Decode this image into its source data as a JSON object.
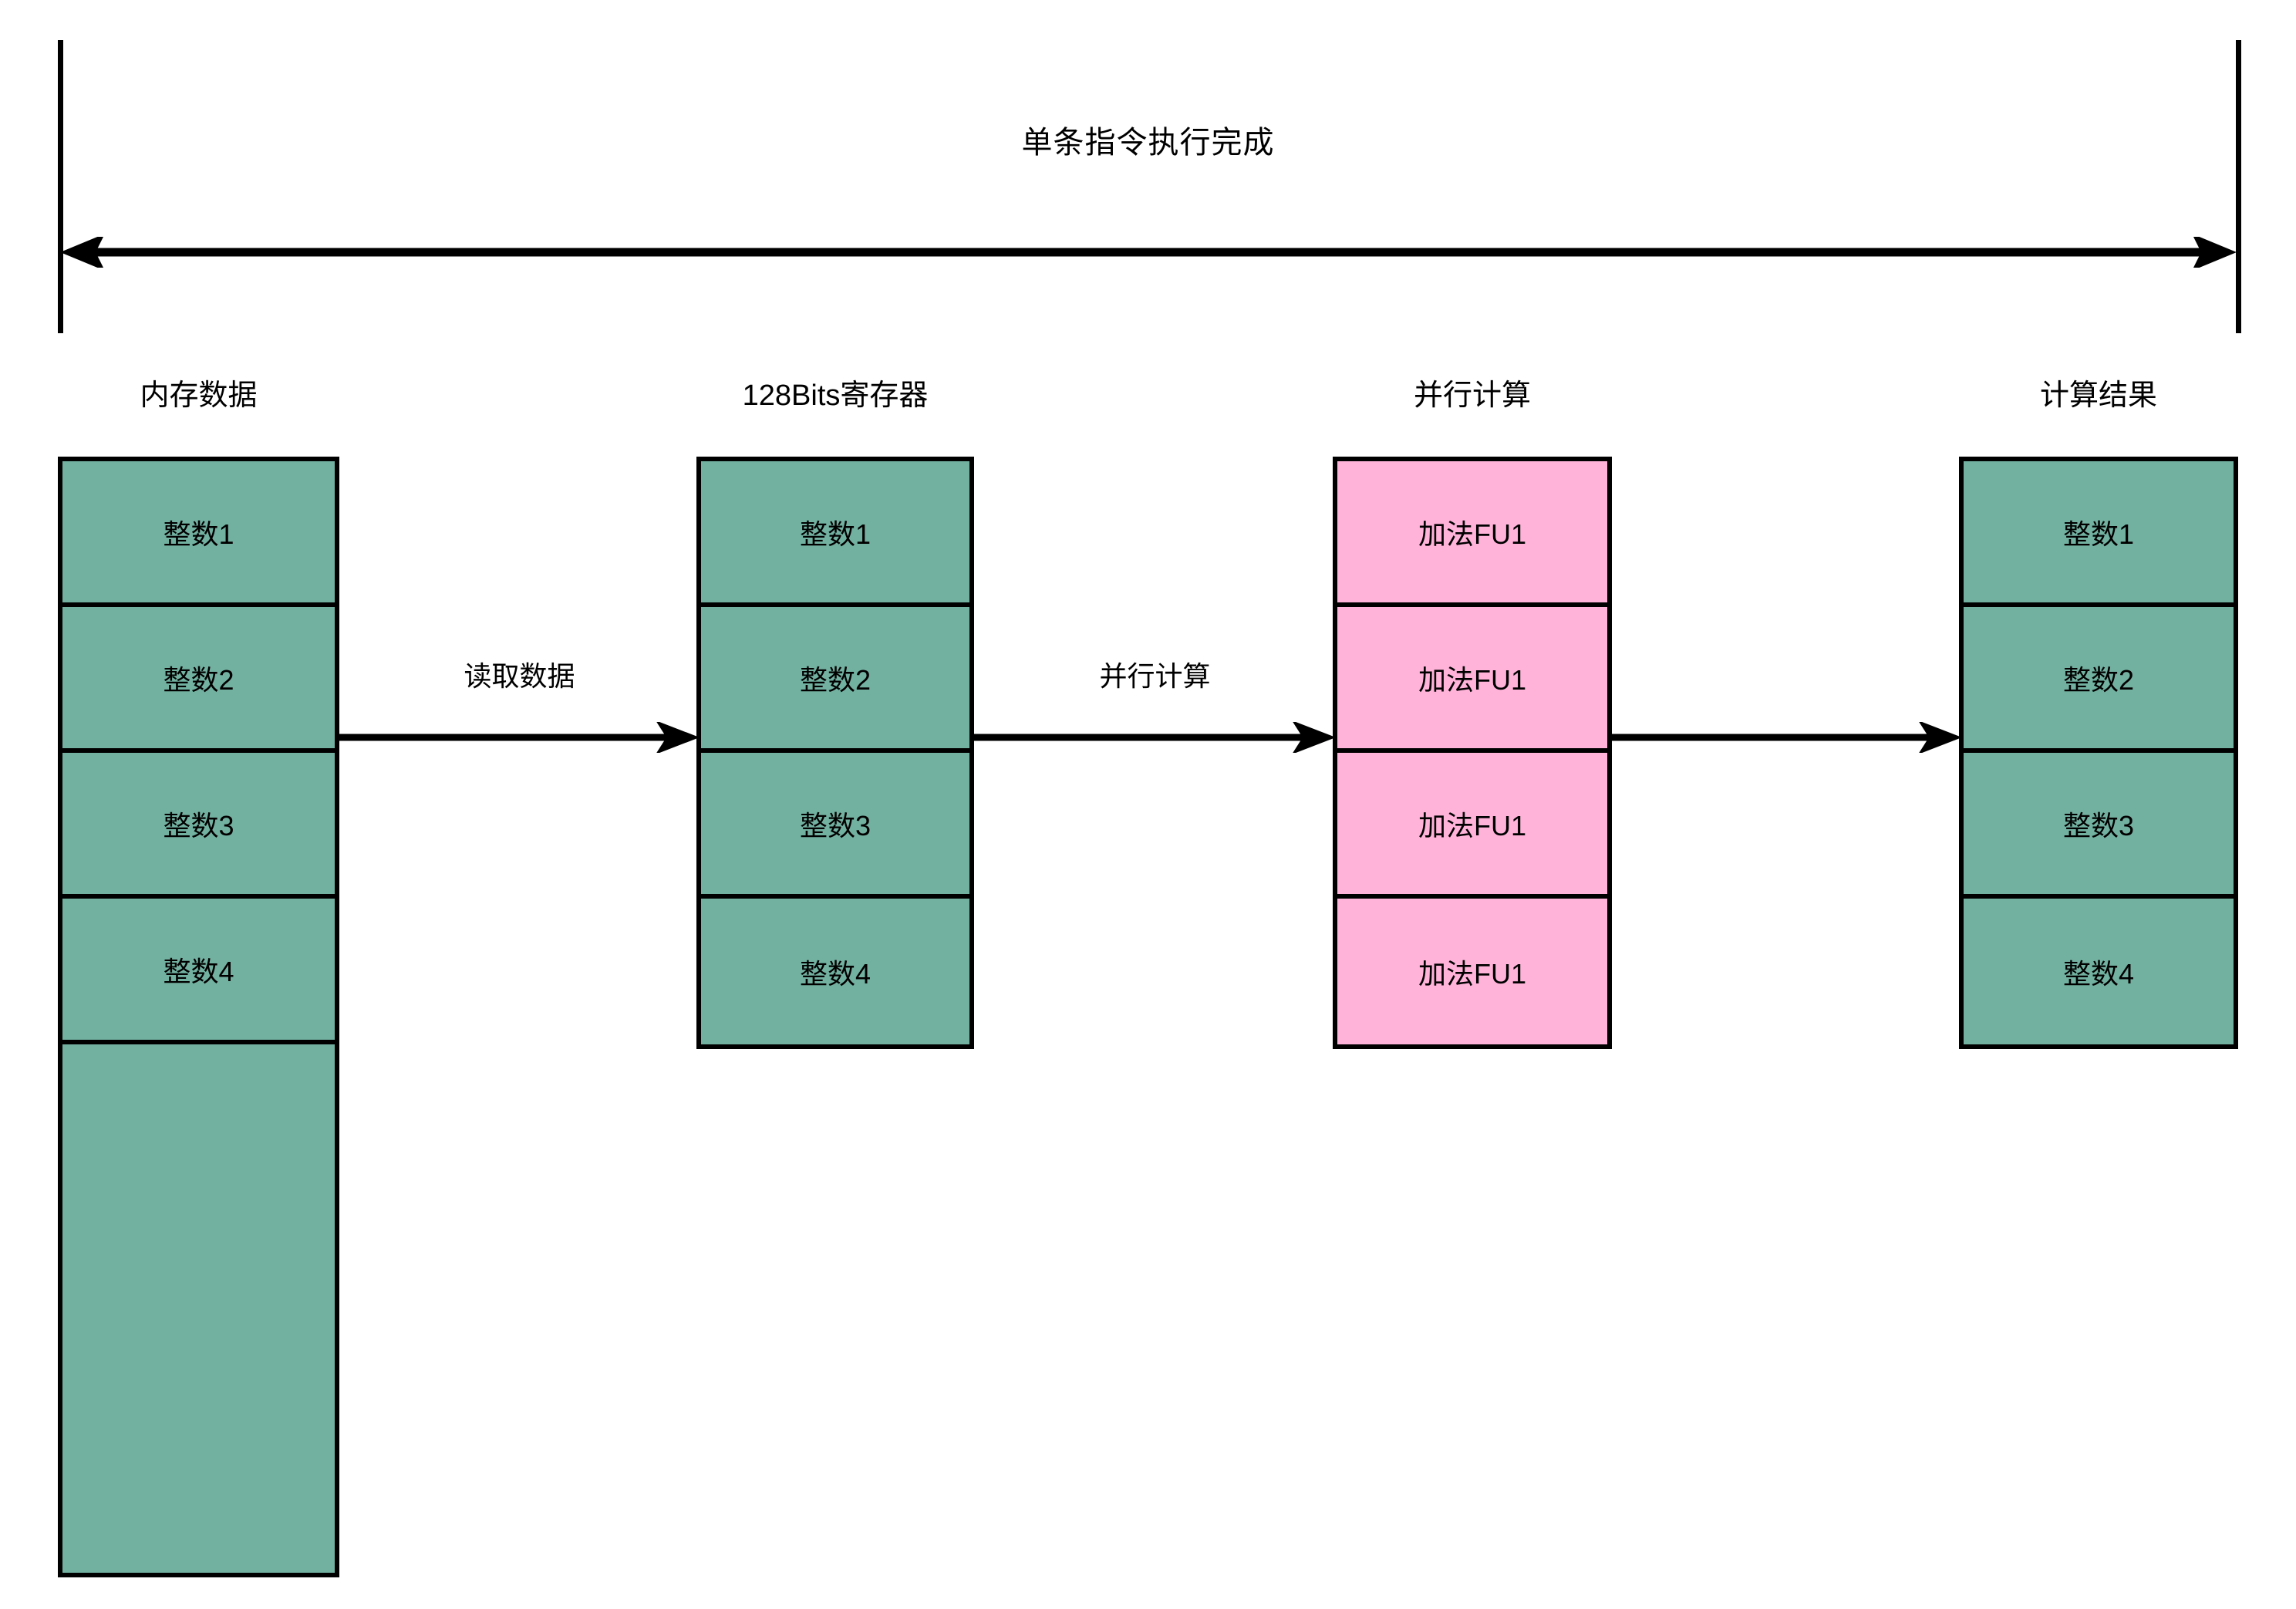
{
  "timeline": {
    "title": "单条指令执行完成",
    "left_tick": "timeline-start-tick",
    "right_tick": "timeline-end-tick"
  },
  "colors": {
    "green": "#72b0a0",
    "pink": "#ffb3d9",
    "stroke": "#000000",
    "background": "#ffffff"
  },
  "columns": [
    {
      "header": "内存数据",
      "fill": "#72b0a0",
      "cells": [
        "整数1",
        "整数2",
        "整数3",
        "整数4",
        ""
      ]
    },
    {
      "header": "128Bits寄存器",
      "fill": "#72b0a0",
      "cells": [
        "整数1",
        "整数2",
        "整数3",
        "整数4"
      ]
    },
    {
      "header": "并行计算",
      "fill": "#ffb3d9",
      "cells": [
        "加法FU1",
        "加法FU1",
        "加法FU1",
        "加法FU1"
      ]
    },
    {
      "header": "计算结果",
      "fill": "#72b0a0",
      "cells": [
        "整数1",
        "整数2",
        "整数3",
        "整数4"
      ]
    }
  ],
  "arrows": [
    {
      "label": "读取数据"
    },
    {
      "label": "并行计算"
    },
    {
      "label": ""
    }
  ]
}
